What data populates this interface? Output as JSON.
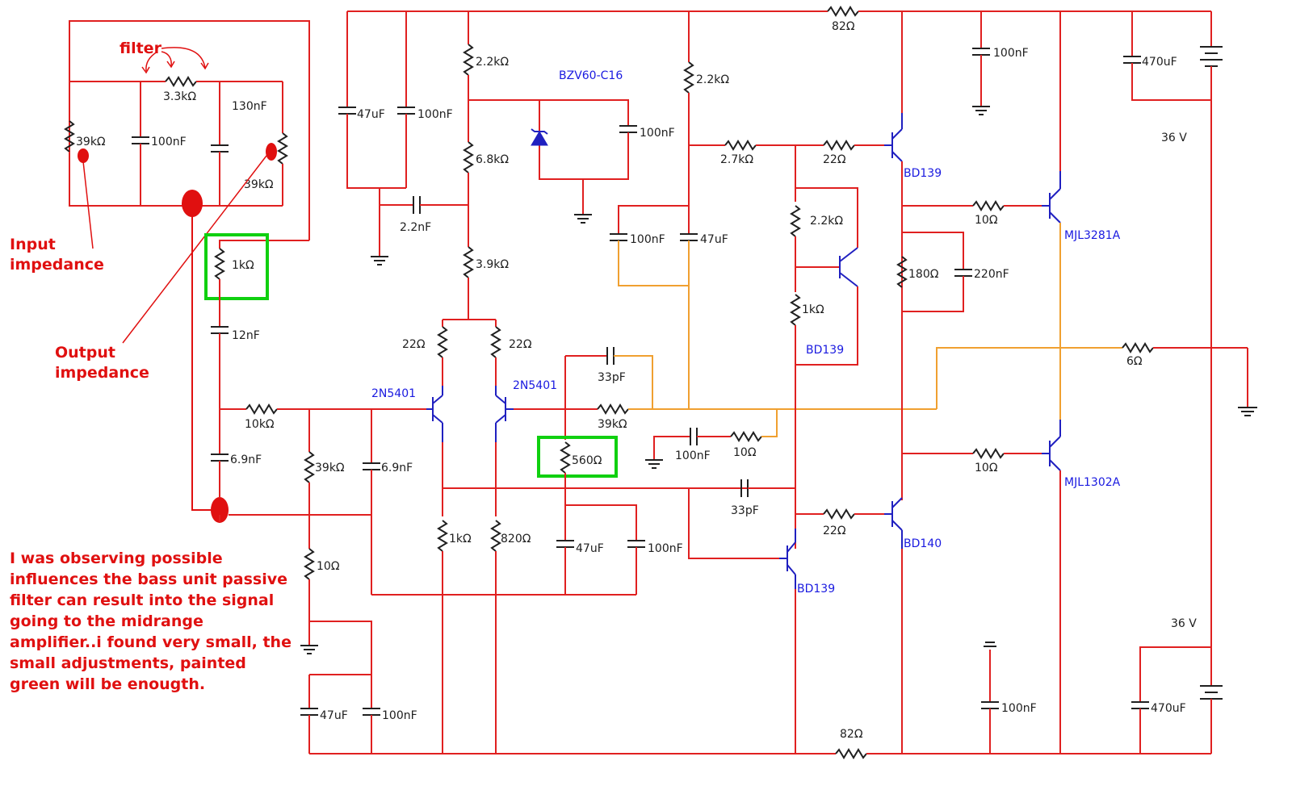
{
  "annotations": {
    "filter": "filter",
    "input_impedance": [
      "Input",
      "impedance"
    ],
    "output_impedance": [
      "Output",
      "impedance"
    ],
    "note": "I was observing possible influences the bass unit passive filter can result into the signal going to the midrange amplifier..i found very small, the small adjustments, painted green will be enougth."
  },
  "components": {
    "r_filter": "3.3kΩ",
    "r_39k_a": "39kΩ",
    "r_39k_b": "39kΩ",
    "c_filter_100n": "100nF",
    "c_filter_130n": "130nF",
    "r_1k_green": "1kΩ",
    "c_12n": "12nF",
    "r_10k": "10kΩ",
    "c_6n9_a": "6.9nF",
    "c_6n9_b": "6.9nF",
    "r_39k_c": "39kΩ",
    "r_10_low": "10Ω",
    "c_47u_low": "47uF",
    "c_100n_low": "100nF",
    "c_47u_top": "47uF",
    "c_100n_top": "100nF",
    "c_2n2": "2.2nF",
    "r_2k2_a": "2.2kΩ",
    "r_6k8": "6.8kΩ",
    "r_3k9": "3.9kΩ",
    "zener": "BZV60-C16",
    "c_100n_zener": "100nF",
    "r_22_l": "22Ω",
    "r_22_r": "22Ω",
    "q_2n5401_l": "2N5401",
    "q_2n5401_r": "2N5401",
    "r_1k_tail": "1kΩ",
    "r_820": "820Ω",
    "c_33p_a": "33pF",
    "r_39k_fb": "39kΩ",
    "r_560_green": "560Ω",
    "c_47u_mid": "47uF",
    "c_100n_mid": "100nF",
    "c_100n_fb": "100nF",
    "r_10_fb": "10Ω",
    "c_33p_b": "33pF",
    "r_2k2_b": "2.2kΩ",
    "c_100n_vas": "100nF",
    "c_47u_vas": "47uF",
    "r_2k7": "2.7kΩ",
    "r_22_top": "22Ω",
    "r_2k2_vbe": "2.2kΩ",
    "r_1k_vbe": "1kΩ",
    "q_bd139_vbe": "BD139",
    "q_bd139_top": "BD139",
    "q_bd140": "BD140",
    "q_bd139_bot": "BD139",
    "r_22_bot": "22Ω",
    "r_180": "180Ω",
    "c_220n": "220nF",
    "r_10_top": "10Ω",
    "r_10_bot": "10Ω",
    "q_mjl3281a": "MJL3281A",
    "q_mjl1302a": "MJL1302A",
    "r_6": "6Ω",
    "r_82_top": "82Ω",
    "r_82_bot": "82Ω",
    "c_100n_rail_top": "100nF",
    "c_100n_rail_bot": "100nF",
    "c_470u_top": "470uF",
    "c_470u_bot": "470uF",
    "v_top": "36 V",
    "v_bot": "36 V"
  },
  "colors": {
    "wire": "#e02020",
    "feedback_wire": "#f0a030",
    "highlight": "#10d010",
    "annotation": "#e01010",
    "transistor_label": "#1a1ae0"
  }
}
